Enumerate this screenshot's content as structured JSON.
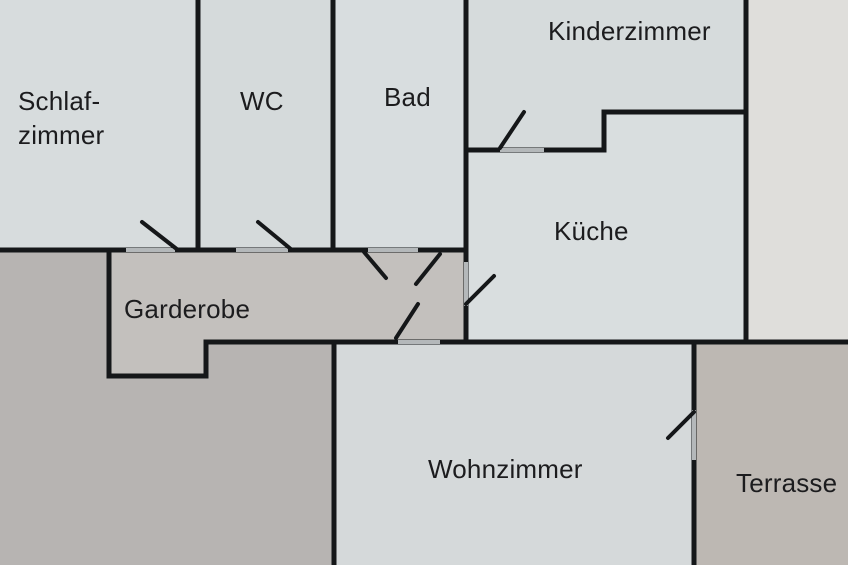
{
  "rooms": {
    "schlafzimmer": {
      "line1": "Schlaf-",
      "line2": "zimmer"
    },
    "wc": "WC",
    "bad": "Bad",
    "kinderzimmer": "Kinderzimmer",
    "kueche": "Küche",
    "garderobe": "Garderobe",
    "wohnzimmer": "Wohnzimmer",
    "terrasse": "Terrasse"
  },
  "colors": {
    "room_fill": "#d7dcdd",
    "kitchen_fill": "#d9dedf",
    "hall_fill": "#c3c0bd",
    "outside_fill": "#b7b4b2",
    "terrace_fill": "#bdb8b3",
    "right_edge_fill": "#dfdedb",
    "wall": "#151719",
    "door_gap": "#b4b8ba"
  }
}
